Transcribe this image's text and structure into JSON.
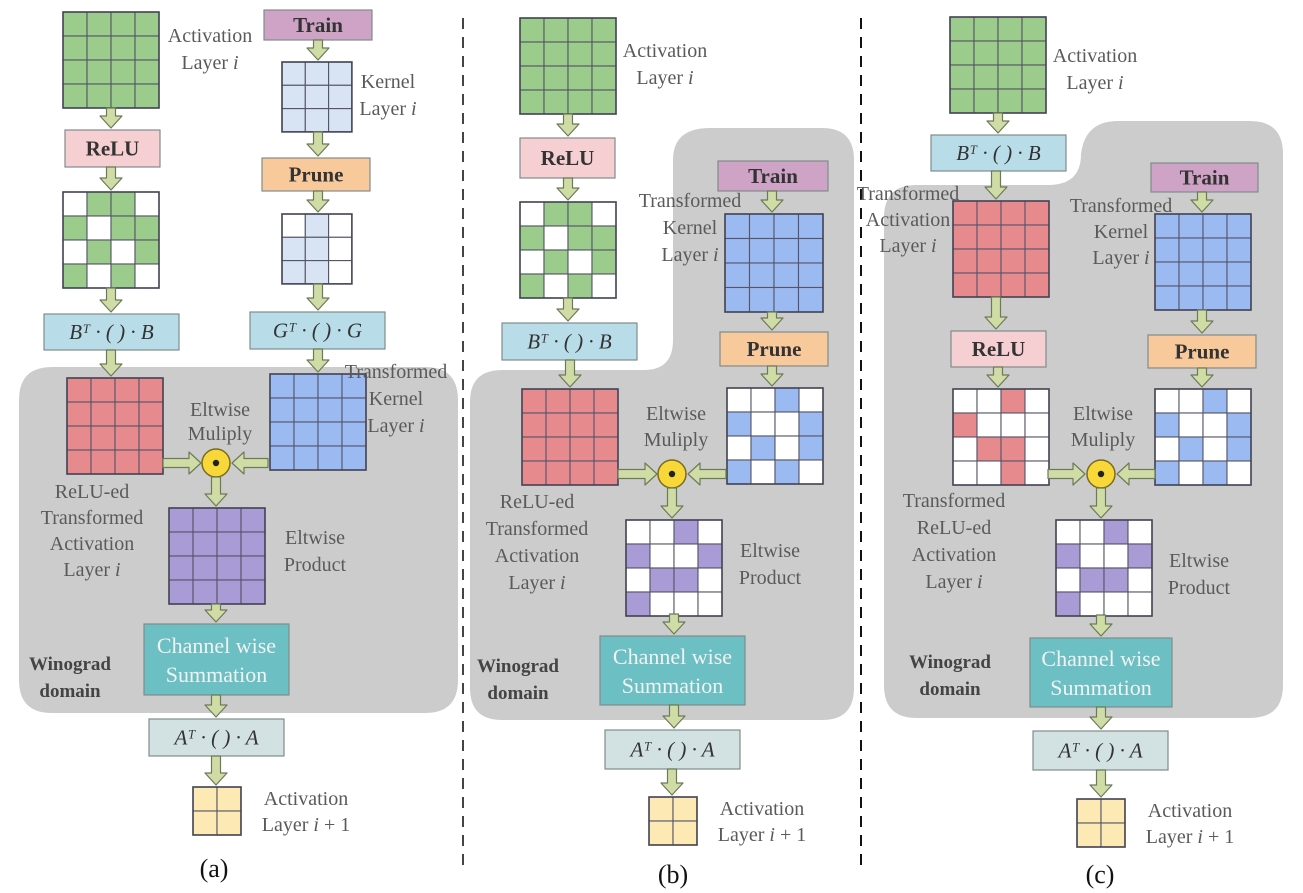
{
  "colors": {
    "activation_green": "#9ccc8c",
    "kernel_light_blue": "#d8e3f3",
    "kernel_blue": "#9cbaf2",
    "transformed_red": "#e78a8e",
    "product_purple": "#a99bd5",
    "relu_pink": "#f5cfd2",
    "train_mauve": "#cfa3c6",
    "prune_orange": "#f8c99a",
    "transform_box_blue": "#b8dce8",
    "summation_teal": "#6cbfc3",
    "output_box_gray": "#d2e1e1",
    "output_yellow": "#fde9b4",
    "winograd_domain_gray": "#cccccc",
    "arrow_green": "#cfdca6",
    "eltwise_yellow": "#f8d838"
  },
  "panel_a": {
    "activation_label": [
      "Activation",
      "Layer i"
    ],
    "train": "Train",
    "kernel_label": [
      "Kernel",
      "Layer i"
    ],
    "relu": "ReLU",
    "prune": "Prune",
    "bt_b": "Bᵀ · ( ) · B",
    "gt_g": "Gᵀ · ( ) · G",
    "transformed_kernel_label": [
      "Transformed",
      "Kernel",
      "Layer i"
    ],
    "eltwise_label": [
      "Eltwise",
      "Muliply"
    ],
    "relued_label": [
      "ReLU-ed",
      "Transformed",
      "Activation",
      "Layer i"
    ],
    "product_label": [
      "Eltwise",
      "Product"
    ],
    "summation": [
      "Channel wise",
      "Summation"
    ],
    "winograd": [
      "Winograd",
      "domain"
    ],
    "at_a": "Aᵀ · ( ) · A",
    "output_label": [
      "Activation",
      "Layer i + 1"
    ],
    "caption": "(a)"
  },
  "panel_b": {
    "activation_label": [
      "Activation",
      "Layer i"
    ],
    "relu": "ReLU",
    "train": "Train",
    "transformed_kernel_label": [
      "Transformed",
      "Kernel",
      "Layer i"
    ],
    "prune": "Prune",
    "bt_b": "Bᵀ · ( ) · B",
    "eltwise_label": [
      "Eltwise",
      "Muliply"
    ],
    "relued_label": [
      "ReLU-ed",
      "Transformed",
      "Activation",
      "Layer i"
    ],
    "product_label": [
      "Eltwise",
      "Product"
    ],
    "summation": [
      "Channel wise",
      "Summation"
    ],
    "winograd": [
      "Winograd",
      "domain"
    ],
    "at_a": "Aᵀ · ( ) · A",
    "output_label": [
      "Activation",
      "Layer i + 1"
    ],
    "caption": "(b)"
  },
  "panel_c": {
    "activation_label": [
      "Activation",
      "Layer i"
    ],
    "bt_b": "Bᵀ · ( ) · B",
    "transformed_activation_label": [
      "Transformed",
      "Activation",
      "Layer i"
    ],
    "train": "Train",
    "transformed_kernel_label": [
      "Transformed",
      "Kernel",
      "Layer i"
    ],
    "relu": "ReLU",
    "prune": "Prune",
    "eltwise_label": [
      "Eltwise",
      "Muliply"
    ],
    "relued_label": [
      "Transformed",
      "ReLU-ed",
      "Activation",
      "Layer i"
    ],
    "product_label": [
      "Eltwise",
      "Product"
    ],
    "summation": [
      "Channel wise",
      "Summation"
    ],
    "winograd": [
      "Winograd",
      "domain"
    ],
    "at_a": "Aᵀ · ( ) · A",
    "output_label": [
      "Activation",
      "Layer i + 1"
    ],
    "caption": "(c)"
  }
}
